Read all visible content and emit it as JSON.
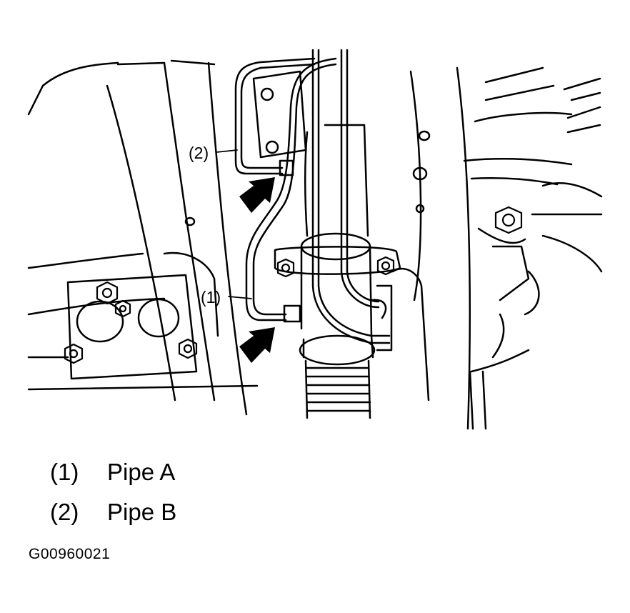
{
  "callouts": [
    {
      "label": "(2)"
    },
    {
      "label": "(1)"
    }
  ],
  "legend": [
    {
      "num": "(1)",
      "text": "Pipe A"
    },
    {
      "num": "(2)",
      "text": "Pipe B"
    }
  ],
  "figure_code": "G00960021"
}
